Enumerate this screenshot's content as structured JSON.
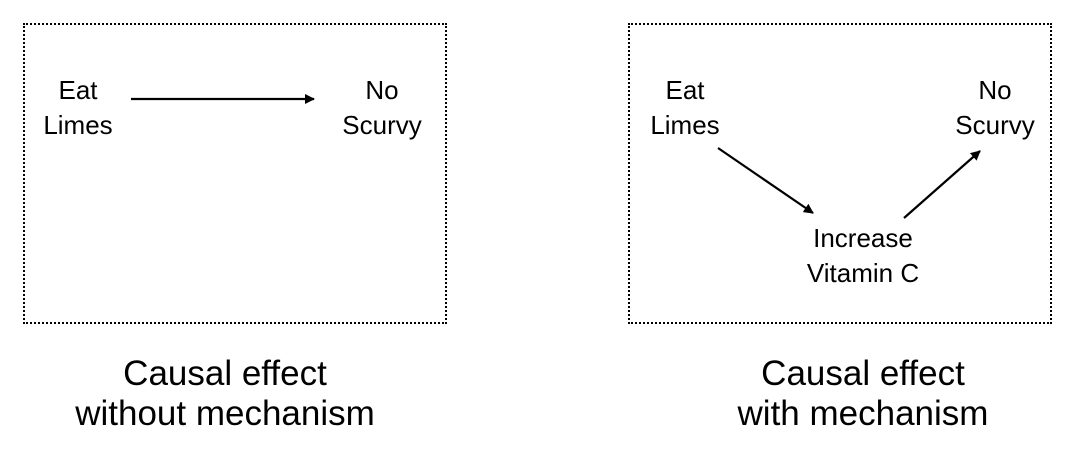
{
  "panels": [
    {
      "nodes": {
        "cause": [
          "Eat",
          "Limes"
        ],
        "effect": [
          "No",
          "Scurvy"
        ]
      },
      "caption": [
        "Causal effect",
        "without mechanism"
      ]
    },
    {
      "nodes": {
        "cause": [
          "Eat",
          "Limes"
        ],
        "mediator": [
          "Increase",
          "Vitamin C"
        ],
        "effect": [
          "No",
          "Scurvy"
        ]
      },
      "caption": [
        "Causal effect",
        "with mechanism"
      ]
    }
  ],
  "colors": {
    "line": "#000000",
    "text": "#000000",
    "background": "#ffffff"
  }
}
